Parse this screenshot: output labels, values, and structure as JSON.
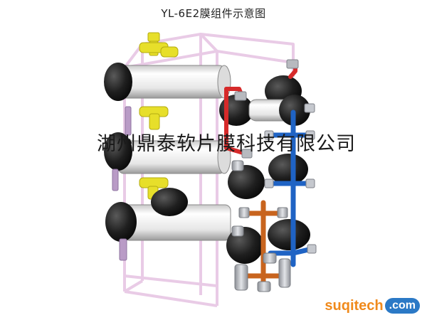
{
  "title": "YL-6E2膜组件示意图",
  "watermark": "湖州鼎泰软片膜科技有限公司",
  "brand": {
    "name": "suqitech",
    "suffix": ".com"
  },
  "colors": {
    "frame": "#eed2ea",
    "housing_body": "#f4f4f4",
    "housing_cap": "#1c1c1c",
    "pipe_red": "#d62a2a",
    "pipe_blue": "#1f63c4",
    "pipe_orange": "#c8641e",
    "pipe_yellow": "#e7df2a",
    "fitting_grey": "#b9bcc2",
    "brand_orange": "#f08a1c",
    "brand_blue": "#2b79c6"
  }
}
